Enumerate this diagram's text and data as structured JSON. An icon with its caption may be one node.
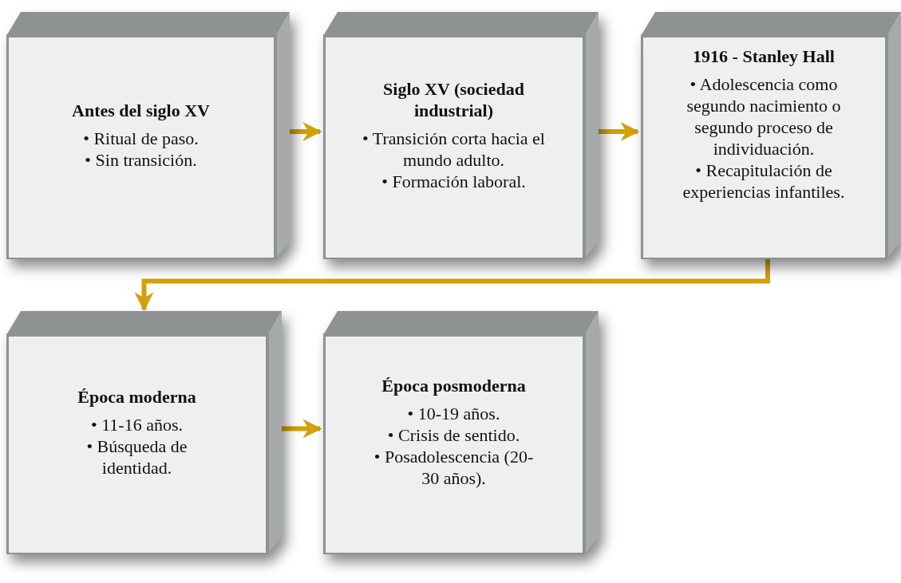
{
  "diagram": {
    "nodes": [
      {
        "text": [
          "Antes del siglo XV",
          "• Ritual de paso.",
          "• Sin transición."
        ]
      },
      {
        "text": [
          "Siglo XV (sociedad industrial)",
          "• Transición corta hacia el mundo adulto.",
          "• Formación laboral."
        ]
      },
      {
        "text": [
          "1916 - Stanley Hall",
          "• Adolescencia como segundo nacimiento o segundo proceso de individuación.",
          "• Recapitulación de experiencias infantiles."
        ]
      },
      {
        "text": [
          "Época moderna",
          "• 11-16 años.",
          "• Búsqueda de identidad."
        ]
      },
      {
        "text": [
          "Época posmoderna",
          "• 10-19 años.",
          "• Crisis de sentido.",
          "• Posadolescencia (20-30 años)."
        ]
      }
    ],
    "edges": [
      {
        "from": 0,
        "to": 1,
        "arrow": "to"
      },
      {
        "from": 1,
        "to": 2,
        "arrow": "to"
      },
      {
        "from": 2,
        "to": 3,
        "arrow": "to"
      },
      {
        "from": 3,
        "to": 4,
        "arrow": "to"
      }
    ]
  }
}
